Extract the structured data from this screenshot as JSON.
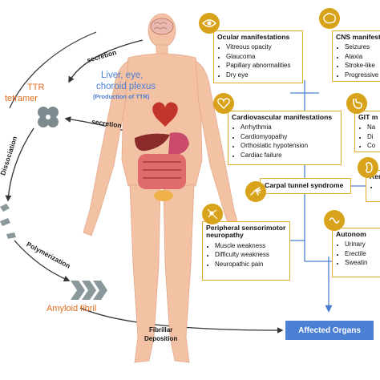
{
  "left_cycle": {
    "tetramer_line1": "TTR",
    "tetramer_line2": "tetramer",
    "secretion_top": "secretion",
    "secretion_mid": "secretion",
    "dissociation": "Dissociation",
    "polymerization": "Polymerization",
    "amyloid_fibril": "Amyloid fibril"
  },
  "liver_label": {
    "line1": "Liver, eye,",
    "line2": "choroid plexus",
    "line3": "(Production of TTR)"
  },
  "fibrillar_deposition": {
    "line1": "Fibrillar",
    "line2": "Deposition"
  },
  "boxes": {
    "ocular": {
      "title": "Ocular manifestations",
      "items": [
        "Vitreous opacity",
        "Glaucoma",
        "Papillary abnormalities",
        "Dry eye"
      ]
    },
    "cns": {
      "title": "CNS manifest",
      "items": [
        "Seizures",
        "Ataxia",
        "Stroke-like",
        "Progressive"
      ]
    },
    "cardio": {
      "title": "Cardiovascular manifestations",
      "items": [
        "Arrhythmia",
        "Cardiomyopathy",
        "Orthostatic hypotension",
        "Cardiac failure"
      ]
    },
    "git": {
      "title": "GIT m",
      "items": [
        "Na",
        "Di",
        "Co"
      ]
    },
    "carpal": {
      "title": "Carpal tunnel syndrome"
    },
    "renal": {
      "title": "Ren",
      "items": [
        ""
      ]
    },
    "peripheral": {
      "title_line1": "Peripheral sensorimotor",
      "title_line2": "neuropathy",
      "items": [
        "Muscle weakness",
        "Difficulty weakness",
        "Neuropathic pain"
      ]
    },
    "autonomic": {
      "title": "Autonom",
      "items": [
        "Urinary",
        "Erectile",
        "Sweatin"
      ]
    }
  },
  "affected_organs": "Affected Organs",
  "colors": {
    "box_border": "#e3ad2c",
    "icon_fill": "#d9a21b",
    "connector": "#4a7fd4",
    "affected_fill": "#4a7fd4",
    "liver_text": "#4a7fd4",
    "tetramer_text": "#e36c1f",
    "fibril_text": "#e36c1f",
    "skin": "#f3c2a5"
  },
  "icons": [
    "eye-icon",
    "brain-icon",
    "heart-icon",
    "stomach-icon",
    "hand-icon",
    "kidney-icon",
    "neuron-icon",
    "nerve-icon"
  ]
}
